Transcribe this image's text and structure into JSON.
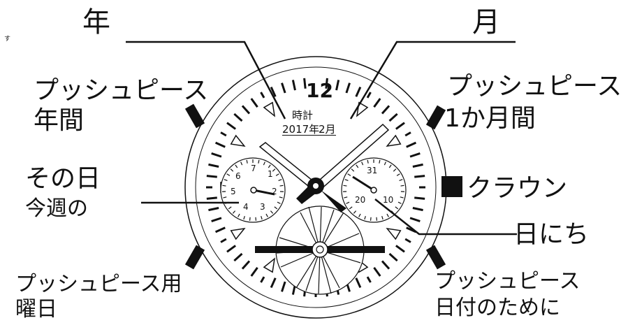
{
  "stray_mark": "す",
  "labels": {
    "year": "年",
    "month": "月",
    "push_year_line1": "プッシュピース",
    "push_year_line2": "年間",
    "push_month_line1": "プッシュピース",
    "push_month_line2": "1か月間",
    "day_line1": "その日",
    "day_line2": "今週の",
    "crown": "クラウン",
    "date": "日にち",
    "push_weekday_line1": "プッシュピース用",
    "push_weekday_line2": "曜日",
    "push_date_line1": "プッシュピース",
    "push_date_line2": "日付のために"
  },
  "dial": {
    "twelve": "12",
    "center_line1": "時計",
    "center_line2_year": "2017年",
    "center_line2_month": "2月",
    "left_subdial_numbers": [
      "7",
      "1",
      "6",
      "2",
      "5",
      "3",
      "4"
    ],
    "right_subdial_numbers": [
      "31",
      "20",
      "10"
    ]
  }
}
